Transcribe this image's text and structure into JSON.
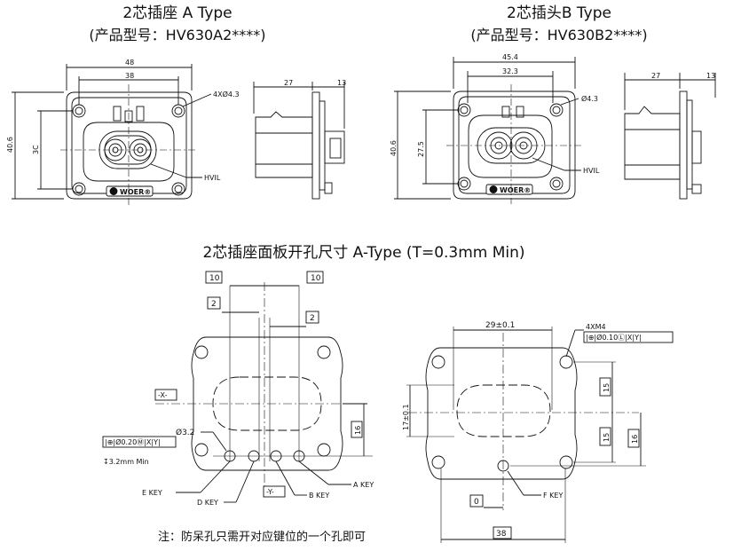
{
  "socket": {
    "title": "2芯插座 A Type",
    "model": "(产品型号：HV630A2****)"
  },
  "plug": {
    "title": "2芯插头B Type",
    "model": "(产品型号：HV630B2****)"
  },
  "cutout_title": "2芯插座面板开孔尺寸 A-Type (T=0.3mm Min)",
  "note": "注：防呆孔只需开对应键位的一个孔即可",
  "socket_dims": {
    "w": "48",
    "inner": "38",
    "h": "40.6",
    "hc": "3C",
    "holes": "4XØ4.3",
    "depth": "27",
    "flange": "13",
    "hvil": "HVIL",
    "brand": "WOER®"
  },
  "plug_dims": {
    "w": "45.4",
    "inner": "32.3",
    "h": "40.6",
    "hc": "27.5",
    "hole": "Ø4.3",
    "depth": "27",
    "flange": "13",
    "hvil": "HVIL",
    "brand": "WOER®"
  },
  "cutA": {
    "d10a": "10",
    "d10b": "10",
    "d2a": "2",
    "d2b": "2",
    "x": "-X-",
    "y": "-Y-",
    "hole": "Ø3.2",
    "tol": "|⊕|Ø0.20Ⓜ|X|Y|",
    "depth": "↧3.2mm Min",
    "v16": "16",
    "ekey": "E KEY",
    "dkey": "D KEY",
    "bkey": "B KEY",
    "akey": "A KEY"
  },
  "cutB": {
    "w": "29±0.1",
    "m4": "4XM4",
    "tol": "|⊕|Ø0.10Ⓛ|X|Y|",
    "h": "17±0.1",
    "v15a": "15",
    "v15b": "15",
    "v16": "16",
    "fkey": "F KEY",
    "zero": "0",
    "w38": "38"
  }
}
